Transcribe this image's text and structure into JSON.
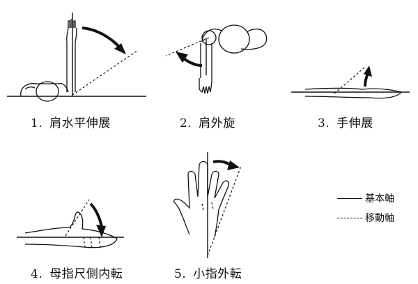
{
  "figures": [
    {
      "number": "1.",
      "label": "肩水平伸展"
    },
    {
      "number": "2.",
      "label": "肩外旋"
    },
    {
      "number": "3.",
      "label": "手伸展"
    },
    {
      "number": "4.",
      "label": "母指尺側内転"
    },
    {
      "number": "5.",
      "label": "小指外転"
    }
  ],
  "legend": {
    "base_axis": "基本軸",
    "moving_axis": "移動軸"
  }
}
